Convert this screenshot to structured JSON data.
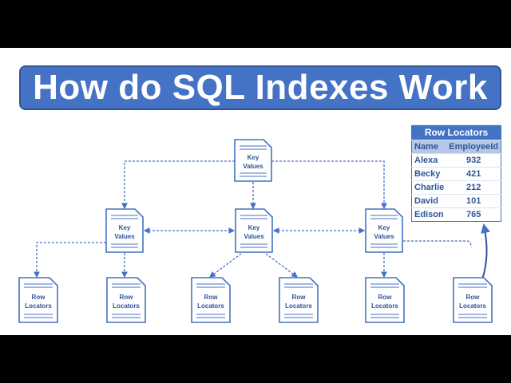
{
  "title": "How do SQL Indexes Work",
  "colors": {
    "accent": "#4472c4",
    "dark": "#2f5597",
    "subheader": "#b4c7e7"
  },
  "nodes": {
    "root": [
      "Key",
      "Values"
    ],
    "branches": [
      [
        "Key",
        "Values"
      ],
      [
        "Key",
        "Values"
      ],
      [
        "Key",
        "Values"
      ]
    ],
    "leaves": [
      [
        "Row",
        "Locators"
      ],
      [
        "Row",
        "Locators"
      ],
      [
        "Row",
        "Locators"
      ],
      [
        "Row",
        "Locators"
      ],
      [
        "Row",
        "Locators"
      ],
      [
        "Row",
        "Locators"
      ]
    ]
  },
  "table": {
    "title": "Row Locators",
    "columns": [
      "Name",
      "EmployeeId"
    ],
    "rows": [
      [
        "Alexa",
        "932"
      ],
      [
        "Becky",
        "421"
      ],
      [
        "Charlie",
        "212"
      ],
      [
        "David",
        "101"
      ],
      [
        "Edison",
        "765"
      ]
    ]
  }
}
